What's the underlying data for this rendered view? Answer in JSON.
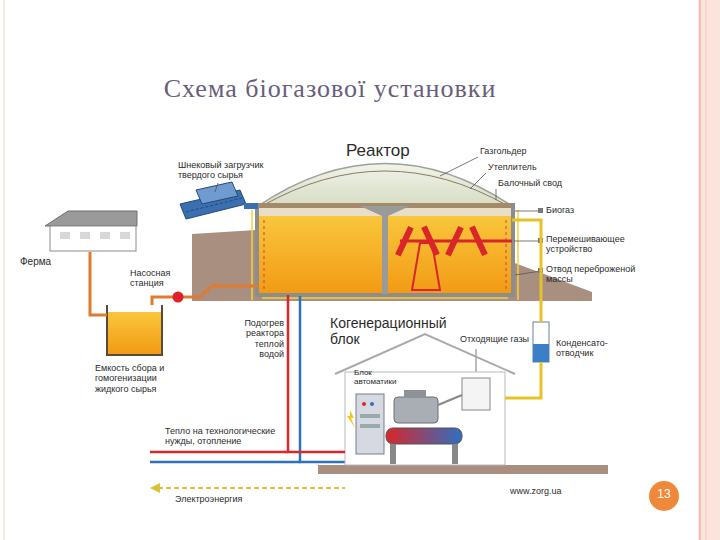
{
  "diagram": {
    "title": "Схема біогазової установки",
    "nodes": [
      {
        "text": [
          "Ферма"
        ]
      },
      {
        "text": [
          "Емкость сбора и гомогенизации жидкого сырья"
        ]
      },
      {
        "text": [
          "Реактор"
        ]
      },
      {
        "text": [
          "Когенерационный блок"
        ]
      },
      {
        "text": [
          "Конденсато- отводчик"
        ]
      },
      {
        "text": [
          "13"
        ]
      }
    ],
    "edges": [
      {
        "from": 0,
        "to": 1,
        "arrow": "none"
      },
      {
        "from": 1,
        "to": 2,
        "arrow": "none"
      },
      {
        "from": 2,
        "to": 4,
        "arrow": "none"
      },
      {
        "from": 4,
        "to": 3,
        "arrow": "none"
      },
      {
        "from": 3,
        "to": 2,
        "arrow": "none"
      }
    ],
    "labels": [
      "Газгольдер",
      "Утеплитель",
      "Балочный свод",
      "Биогаз",
      "Шнековый загрузчик твердого сырья",
      "Перемешивающее устройство",
      "Отвод переброженой массы",
      "Насосная станция",
      "Подогрев реактора теплой водой",
      "Отходящие газы",
      "Блок автоматики",
      "Тепло на технологические нужды, отопление",
      "Электроэнергия",
      "www.zorg.ua"
    ]
  }
}
